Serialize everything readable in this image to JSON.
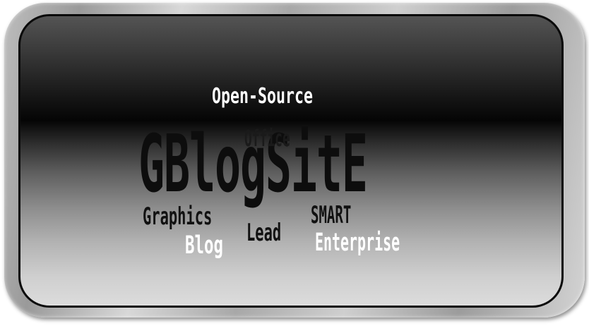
{
  "cloud": {
    "words": {
      "open_source": "Open-Source",
      "gblogsite": "GBlogSitE",
      "office": "Office",
      "graphics": "Graphics",
      "smart": "SMART",
      "lead": "Lead",
      "blog": "Blog",
      "enterprise": "Enterprise"
    }
  },
  "colors": {
    "panel_dark": "#050505",
    "panel_light": "#dcdcdc",
    "frame_metal": "#bdbdbd",
    "word_white": "#ffffff",
    "word_black": "#0d0d0d"
  }
}
